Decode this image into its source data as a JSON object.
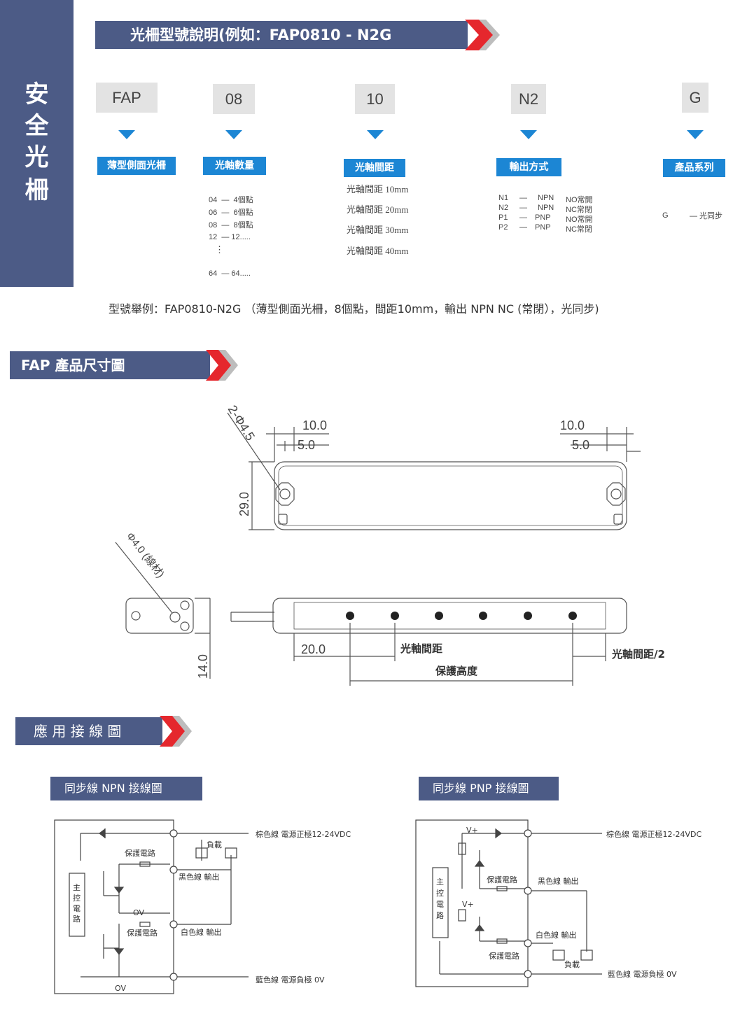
{
  "sidebar": {
    "chars": [
      "安",
      "全",
      "光",
      "柵"
    ]
  },
  "model_banner": {
    "title": "光柵型號說明(例如：FAP0810 - N2G"
  },
  "codes": [
    {
      "code": "FAP",
      "label": "薄型側面光柵"
    },
    {
      "code": "08",
      "label": "光軸數量"
    },
    {
      "code": "10",
      "label": "光軸間距"
    },
    {
      "code": "N2",
      "label": "輸出方式"
    },
    {
      "code": "G",
      "label": "產品系列"
    }
  ],
  "axis_count": {
    "rows": [
      "04  —  4個點",
      "06  —  6個點",
      "08  —  8個點",
      "12  — 12.....",
      "64  — 64....."
    ],
    "ellipsis": "⋮"
  },
  "spacing": {
    "rows": [
      "光軸間距 10mm",
      "光軸間距 20mm",
      "光軸間距 30mm",
      "光軸間距 40mm"
    ]
  },
  "output": {
    "rows": [
      {
        "code": "N1",
        "dash": "—",
        "type": "NPN",
        "mode": "NO常開"
      },
      {
        "code": "N2",
        "dash": "—",
        "type": "NPN",
        "mode": "NC常閉"
      },
      {
        "code": "P1",
        "dash": "—",
        "type": "PNP",
        "mode": "NO常開"
      },
      {
        "code": "P2",
        "dash": "—",
        "type": "PNP",
        "mode": "NC常閉"
      }
    ]
  },
  "series": {
    "code": "G",
    "desc": "— 光同步"
  },
  "example": {
    "text": "型號舉例：FAP0810-N2G （薄型側面光柵，8個點，間距10mm，輸出 NPN NC (常閉），光同步)"
  },
  "dim_banner": {
    "title": "FAP 產品尺寸圖"
  },
  "dims": {
    "holes": "2-Φ4.5",
    "d10_left": "10.0",
    "d5_left": "5.0",
    "d10_right": "10.0",
    "d5_right": "5.0",
    "height": "29.0",
    "cable": "Φ4.0 (線材)",
    "depth": "14.0",
    "d20": "20.0",
    "pitch": "光軸間距",
    "protect": "保護高度",
    "half_pitch": "光軸間距/2"
  },
  "wiring_banner": {
    "title": "應 用 接 線 圖"
  },
  "npn": {
    "title": "同步線 NPN 接線圖",
    "brown": "棕色線 電源正極12-24VDC",
    "black": "黑色線 輸出",
    "white": "白色線 輸出",
    "blue": "藍色線 電源負極 0V",
    "protect1": "保護電路",
    "protect2": "保護電路",
    "load": "負載",
    "ov1": "OV",
    "ov2": "OV",
    "main": [
      "主",
      "控",
      "電",
      "路"
    ]
  },
  "pnp": {
    "title": "同步線 PNP 接線圖",
    "brown": "棕色線 電源正極12-24VDC",
    "black": "黑色線 輸出",
    "white": "白色線 輸出",
    "blue": "藍色線 電源負極 0V",
    "protect1": "保護電路",
    "protect2": "保護電路",
    "load": "負載",
    "v1": "V+",
    "v2": "V+",
    "main": [
      "主",
      "控",
      "電",
      "路"
    ]
  },
  "colors": {
    "navy": "#4c5b86",
    "blue": "#1c86d4",
    "red": "#e5272d",
    "gray": "#bdbdbd"
  }
}
